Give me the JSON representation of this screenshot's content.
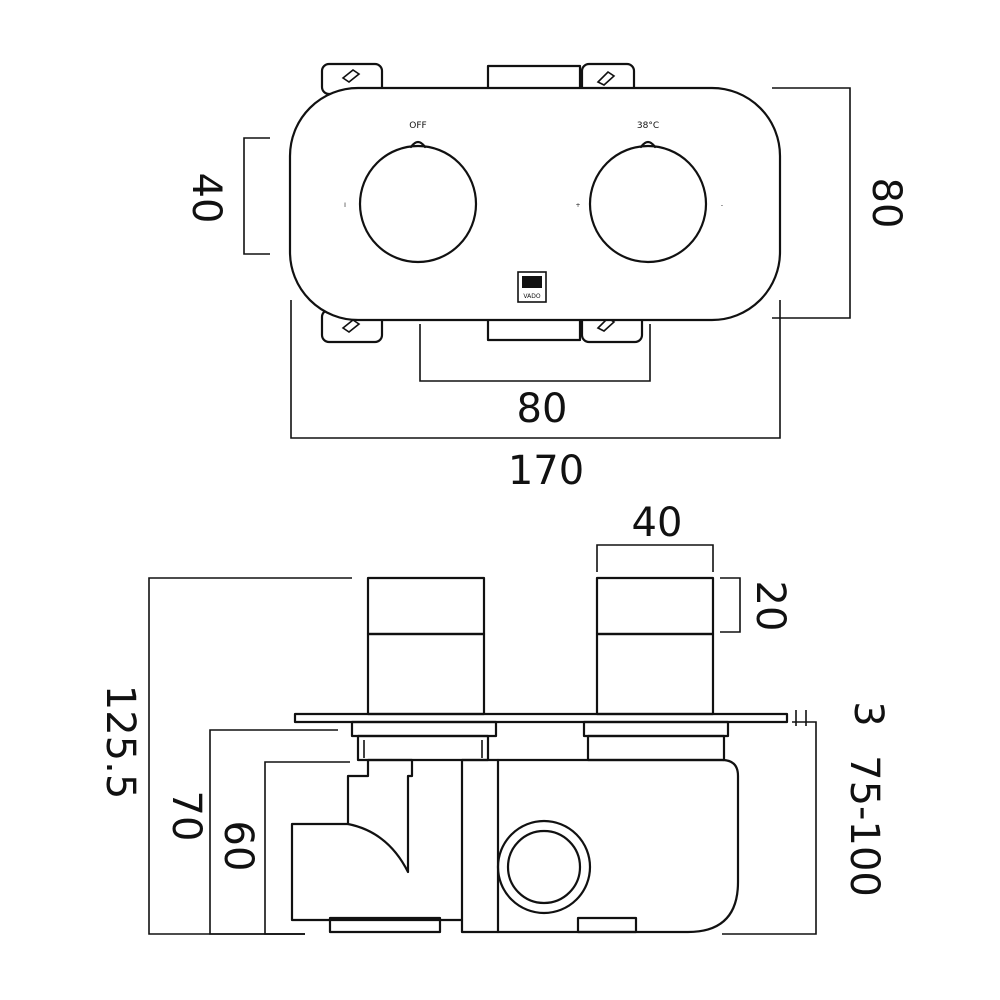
{
  "front_view": {
    "knob_left_label": "OFF",
    "knob_right_label": "38°C",
    "knob_left_side_mark": "I",
    "knob_right_plus": "+",
    "knob_right_minus": "-",
    "brand_logo": "VADO"
  },
  "dimensions": {
    "front_knob_diameter": "40",
    "plate_height": "80",
    "knob_spacing": "80",
    "plate_width": "170",
    "handle_width": "40",
    "handle_depth": "20",
    "plate_thickness": "3",
    "overall_depth": "125.5",
    "depth_70": "70",
    "depth_60": "60",
    "wall_range": "75-100"
  }
}
